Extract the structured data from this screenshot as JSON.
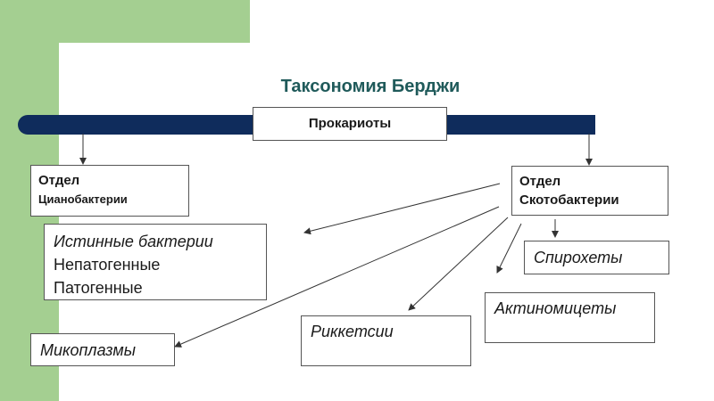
{
  "title": "Таксономия Берджи",
  "root": "Прокариоты",
  "dept_left": {
    "line1": "Отдел",
    "line2": "Цианобактерии"
  },
  "dept_right": {
    "line1": "Отдел",
    "line2": "Скотобактерии"
  },
  "nodes": {
    "true_bacteria": {
      "heading": "Истинные бактерии",
      "line2": "Непатогенные",
      "line3": "Патогенные"
    },
    "spirochetes": "Спирохеты",
    "actinomycetes": "Актиномицеты",
    "rickettsia": "Риккетсии",
    "mycoplasma": "Микоплазмы"
  },
  "colors": {
    "background_green": "#a4cf91",
    "title": "#1f5a5a",
    "bar": "#0f2c5c"
  }
}
